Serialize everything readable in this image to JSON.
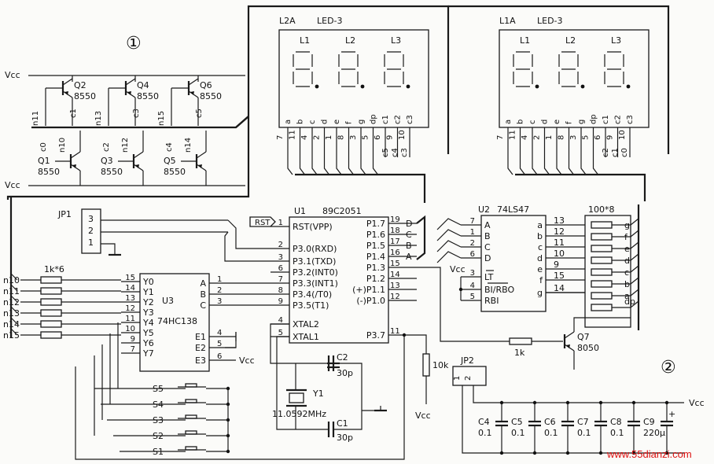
{
  "section_labels": [
    "①",
    "②"
  ],
  "transistors": {
    "top": [
      {
        "q": "Q2",
        "part": "8550"
      },
      {
        "q": "Q4",
        "part": "8550"
      },
      {
        "q": "Q6",
        "part": "8550"
      }
    ],
    "bottom": [
      {
        "q": "Q1",
        "part": "8550"
      },
      {
        "q": "Q3",
        "part": "8550"
      },
      {
        "q": "Q5",
        "part": "8550"
      }
    ],
    "top_base_labels": [
      "n11",
      "n13",
      "n15"
    ],
    "top_collector_labels": [
      "c1",
      "c3",
      "c5"
    ],
    "bottom_base_labels": [
      "n10",
      "n12",
      "n14"
    ],
    "bottom_collector_labels": [
      "c0",
      "c2",
      "c4"
    ],
    "vcc_label": "Vcc"
  },
  "leds": [
    {
      "ref": "L2A",
      "name": "LED-3",
      "digits": [
        "L1",
        "L2",
        "L3"
      ],
      "pins": [
        "a",
        "b",
        "c",
        "d",
        "e",
        "f",
        "g",
        "dp",
        "c1",
        "c2",
        "c3"
      ],
      "pin_numbers": [
        "7",
        "11",
        "4",
        "2",
        "1",
        "8",
        "3",
        "5",
        "6",
        "9",
        "10"
      ],
      "commons": [
        "c5",
        "c4",
        "c3"
      ]
    },
    {
      "ref": "L1A",
      "name": "LED-3",
      "digits": [
        "L1",
        "L2",
        "L3"
      ],
      "pins": [
        "a",
        "b",
        "c",
        "d",
        "e",
        "f",
        "g",
        "dp",
        "c1",
        "c2",
        "c3"
      ],
      "pin_numbers": [
        "7",
        "11",
        "4",
        "2",
        "1",
        "8",
        "3",
        "5",
        "6",
        "9",
        "10"
      ],
      "commons": [
        "c2",
        "c1",
        "c0"
      ]
    }
  ],
  "jp1": {
    "ref": "JP1",
    "pins": [
      "3",
      "2",
      "1"
    ]
  },
  "rst_label": "RST",
  "u1": {
    "ref": "U1",
    "part": "89C2051",
    "left_pins": [
      {
        "num": "1",
        "name": "RST(VPP)"
      },
      {
        "num": "2",
        "name": "P3.0(RXD)"
      },
      {
        "num": "3",
        "name": "P3.1(TXD)"
      },
      {
        "num": "6",
        "name": "P3.2(INT0)"
      },
      {
        "num": "7",
        "name": "P3.3(INT1)"
      },
      {
        "num": "8",
        "name": "P3.4(/T0)"
      },
      {
        "num": "9",
        "name": "P3.5(T1)"
      },
      {
        "num": "4",
        "name": "XTAL2"
      },
      {
        "num": "5",
        "name": "XTAL1"
      }
    ],
    "right_pins": [
      {
        "num": "19",
        "name": "P1.7"
      },
      {
        "num": "18",
        "name": "P1.6"
      },
      {
        "num": "17",
        "name": "P1.5"
      },
      {
        "num": "16",
        "name": "P1.4"
      },
      {
        "num": "15",
        "name": "P1.3"
      },
      {
        "num": "14",
        "name": "P1.2"
      },
      {
        "num": "13",
        "name": "(+)P1.1"
      },
      {
        "num": "12",
        "name": "(-)P1.0"
      },
      {
        "num": "11",
        "name": "P3.7"
      }
    ],
    "bus_letters": [
      "D",
      "C",
      "B",
      "A"
    ]
  },
  "u2": {
    "ref": "U2",
    "part": "74LS47",
    "left_pins": [
      {
        "num": "7",
        "name": "A"
      },
      {
        "num": "1",
        "name": "B"
      },
      {
        "num": "2",
        "name": "C"
      },
      {
        "num": "6",
        "name": "D"
      },
      {
        "num": "3",
        "name": "LT"
      },
      {
        "num": "4",
        "name": "BI/RBO"
      },
      {
        "num": "5",
        "name": "RBI"
      }
    ],
    "right_pins": [
      {
        "num": "13",
        "name": "a"
      },
      {
        "num": "12",
        "name": "b"
      },
      {
        "num": "11",
        "name": "c"
      },
      {
        "num": "10",
        "name": "d"
      },
      {
        "num": "9",
        "name": "e"
      },
      {
        "num": "15",
        "name": "f"
      },
      {
        "num": "14",
        "name": "g"
      }
    ],
    "vcc": "Vcc"
  },
  "resistor_array": {
    "label": "100*8",
    "out_labels": [
      "g",
      "f",
      "e",
      "d",
      "c",
      "b",
      "a",
      "dp"
    ]
  },
  "u3": {
    "ref": "U3",
    "part": "74HC138",
    "outputs": [
      {
        "num": "15",
        "name": "Y0"
      },
      {
        "num": "14",
        "name": "Y1"
      },
      {
        "num": "13",
        "name": "Y2"
      },
      {
        "num": "12",
        "name": "Y3"
      },
      {
        "num": "11",
        "name": "Y4"
      },
      {
        "num": "10",
        "name": "Y5"
      },
      {
        "num": "9",
        "name": "Y6"
      },
      {
        "num": "7",
        "name": "Y7"
      }
    ],
    "inputs": [
      {
        "num": "1",
        "name": "A"
      },
      {
        "num": "2",
        "name": "B"
      },
      {
        "num": "3",
        "name": "C"
      },
      {
        "num": "4",
        "name": "E1"
      },
      {
        "num": "5",
        "name": "E2"
      },
      {
        "num": "6",
        "name": "E3"
      }
    ],
    "vcc": "Vcc"
  },
  "r_array_left": {
    "label": "1k*6",
    "nets": [
      "n10",
      "n11",
      "n12",
      "n13",
      "n14",
      "n15"
    ]
  },
  "switches": [
    "S5",
    "S4",
    "S3",
    "S2",
    "S1"
  ],
  "crystal": {
    "ref": "Y1",
    "freq": "11.0592MHz"
  },
  "caps_xtal": [
    {
      "ref": "C2",
      "value": "30p"
    },
    {
      "ref": "C1",
      "value": "30p"
    }
  ],
  "r10k": {
    "value": "10k",
    "vcc": "Vcc"
  },
  "q7": {
    "ref": "Q7",
    "part": "8050",
    "rb": "1k"
  },
  "jp2": {
    "ref": "JP2",
    "pins": [
      "1",
      "2"
    ]
  },
  "caps_bank": [
    {
      "ref": "C4",
      "value": "0.1"
    },
    {
      "ref": "C5",
      "value": "0.1"
    },
    {
      "ref": "C6",
      "value": "0.1"
    },
    {
      "ref": "C7",
      "value": "0.1"
    },
    {
      "ref": "C8",
      "value": "0.1"
    },
    {
      "ref": "C9",
      "value": "220μ"
    }
  ],
  "bank_vcc": "Vcc",
  "watermark": "www.55dianzi.com"
}
